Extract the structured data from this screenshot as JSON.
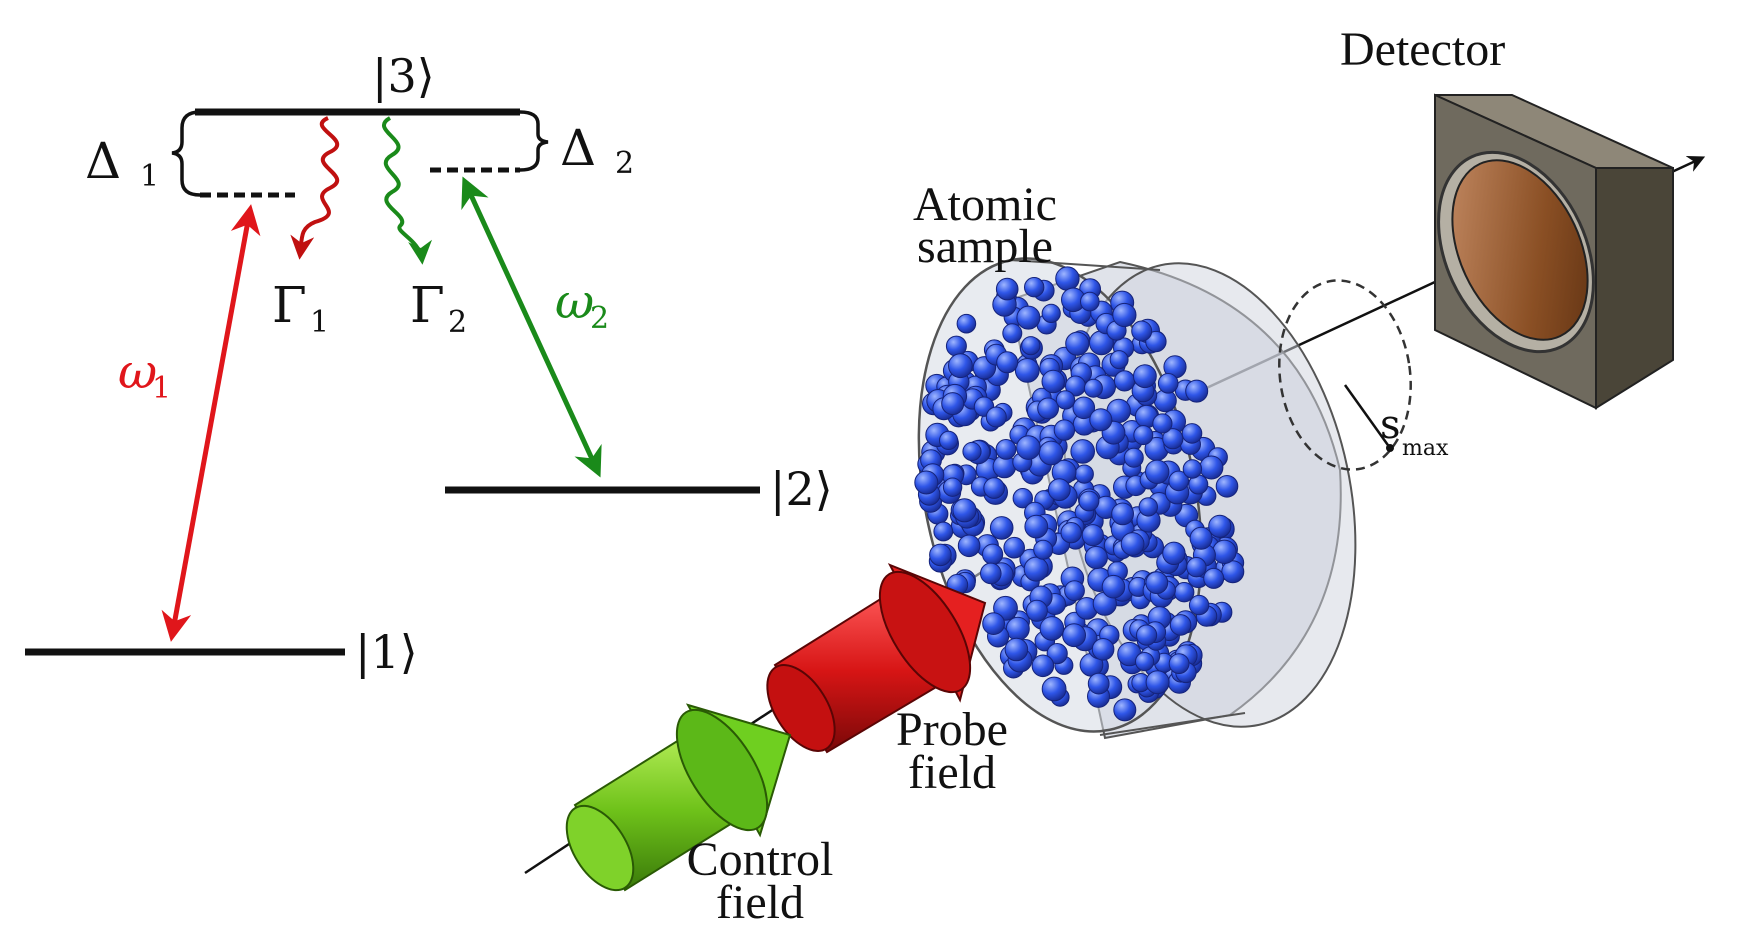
{
  "levels": {
    "state_1": "|1⟩",
    "state_2": "|2⟩",
    "state_3": "|3⟩"
  },
  "detunings": {
    "delta_1": "Δ",
    "delta_1_sub": "1",
    "delta_2": "Δ",
    "delta_2_sub": "2"
  },
  "decays": {
    "gamma_1": "Γ",
    "gamma_1_sub": "1",
    "gamma_2": "Γ",
    "gamma_2_sub": "2"
  },
  "fields": {
    "omega_1": "ω",
    "omega_1_sub": "1",
    "omega_2": "ω",
    "omega_2_sub": "2"
  },
  "labels": {
    "detector": "Detector",
    "atomic_line1": "Atomic",
    "atomic_line2": "sample",
    "probe_line1": "Probe",
    "probe_line2": "field",
    "control_line1": "Control",
    "control_line2": "field",
    "s": "s",
    "s_sub": "max"
  },
  "colors": {
    "red": "#e0161b",
    "green": "#1a8a1a",
    "atoms": "#2f56e8",
    "black": "#111111"
  }
}
